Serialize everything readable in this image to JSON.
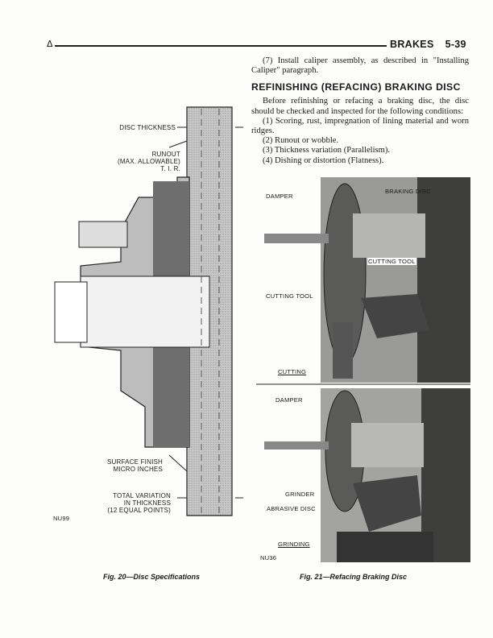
{
  "header": {
    "marker": "Δ",
    "section": "BRAKES",
    "page_number": "5-39"
  },
  "text": {
    "step7": "(7) Install caliper assembly, as described in \"Installing Caliper\" paragraph.",
    "heading": "REFINISHING (REFACING) BRAKING DISC",
    "intro": "Before refinishing or refacing a braking disc, the disc should be checked and inspected for the following conditions:",
    "items": [
      "(1) Scoring, rust, impregnation of lining material and worn ridges.",
      "(2) Runout or wobble.",
      "(3) Thickness variation (Parallelism).",
      "(4) Dishing or distortion (Flatness)."
    ]
  },
  "fig20": {
    "labels": {
      "disc_thickness": "DISC THICKNESS",
      "runout": "RUNOUT",
      "runout2": "(MAX. ALLOWABLE)",
      "runout3": "T. I. R.",
      "surface": "SURFACE FINISH",
      "surface2": "MICRO INCHES",
      "total": "TOTAL VARIATION",
      "total2": "IN THICKNESS",
      "total3": "(12 EQUAL POINTS)"
    },
    "code": "NU99",
    "caption": "Fig. 20—Disc Specifications"
  },
  "fig21": {
    "labels": {
      "damper": "DAMPER",
      "braking_disc": "BRAKING DISC",
      "cutting_tool_r": "CUTTING TOOL",
      "cutting_tool_l": "CUTTING TOOL",
      "cutting": "CUTTING",
      "damper2": "DAMPER",
      "grinder": "GRINDER",
      "abrasive": "ABRASIVE DISC",
      "grinding": "GRINDING"
    },
    "code": "NU36",
    "caption": "Fig. 21—Refacing Braking Disc"
  }
}
